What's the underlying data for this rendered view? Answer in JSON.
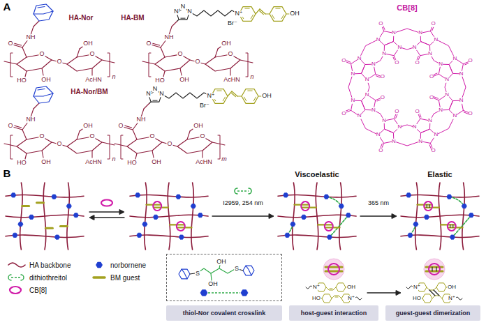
{
  "diagram": {
    "nodes": [
      {
        "text": [
          "S",
          "OH",
          "OH",
          "S"
        ]
      },
      {
        "text": [
          "thiol-Nor covalent crosslink"
        ]
      },
      {
        "text": [
          "host-guest interaction"
        ]
      },
      {
        "text": [
          "guest-guest dimerization"
        ]
      }
    ],
    "labels": [
      "A",
      "HA-Nor",
      "O",
      "NH",
      "O",
      "HO",
      "OH",
      "O",
      "O",
      "OH",
      "AcHN",
      "n",
      "HA-BM",
      "O",
      "NH",
      "O",
      "HO",
      "OH",
      "O",
      "O",
      "OH",
      "AcHN",
      "n",
      "N",
      "N",
      "N",
      "N⁺",
      "Br⁻",
      "OH",
      "HA-Nor/BM",
      "O",
      "NH",
      "O",
      "HO",
      "OH",
      "O",
      "O",
      "OH",
      "AcHN",
      "n",
      "O",
      "NH",
      "O",
      "HO",
      "OH",
      "O",
      "O",
      "OH",
      "AcHN",
      "m",
      "N",
      "N",
      "N",
      "N⁺",
      "Br⁻",
      "OH",
      "CB[8]",
      "O",
      "N",
      "N",
      "N",
      "N",
      "O",
      "O",
      "N",
      "N",
      "N",
      "N",
      "O",
      "O",
      "N",
      "N",
      "N",
      "N",
      "O",
      "O",
      "N",
      "N",
      "N",
      "N",
      "O",
      "O",
      "N",
      "N",
      "N",
      "N",
      "O",
      "O",
      "N",
      "N",
      "N",
      "N",
      "O",
      "O",
      "N",
      "N",
      "N",
      "N",
      "O",
      "O",
      "N",
      "N",
      "N",
      "N",
      "O",
      "B",
      "Viscoelastic",
      "Elastic",
      "I2959, 254 nm",
      "365 nm",
      "N⁺",
      "OH",
      "HO",
      "N⁺",
      "N⁺",
      "OH",
      "HO",
      "N⁺"
    ],
    "legend": [
      {
        "text": "HA backbone"
      },
      {
        "text": "norbornene"
      },
      {
        "text": "dithiothreitol"
      },
      {
        "text": "BM guest"
      },
      {
        "text": "CB[8]"
      }
    ]
  }
}
